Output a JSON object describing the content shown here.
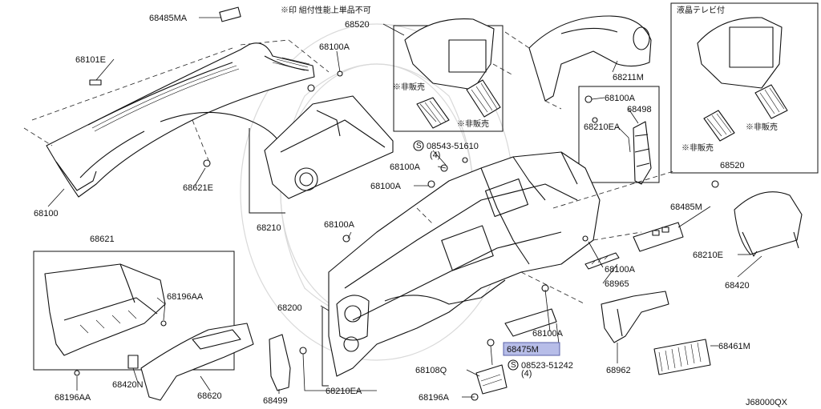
{
  "diagram_code": "J68000QX",
  "notes": {
    "sub_assembly_note": "※印 組付性能上単品不可",
    "lcd_tv_box_title": "液晶テレビ付",
    "not_sold_1": "※非販売",
    "not_sold_2": "※非販売",
    "not_sold_3": "※非販売",
    "not_sold_4": "※非販売"
  },
  "parts": {
    "p68485MA": "68485MA",
    "p68101E": "68101E",
    "p68100_top": "68100A",
    "p68520_left": "68520",
    "p68211M": "68211M",
    "p68100A_r1": "68100A",
    "p68498": "68498",
    "p68210EA_r": "68210EA",
    "p68520_right": "68520",
    "p68621E": "68621E",
    "p68100": "68100",
    "p68210": "68210",
    "screw_08543": "08543-51610",
    "screw_08543_qty": "(4)",
    "p68100A_c1": "68100A",
    "p68100A_c2": "68100A",
    "p68100A_c3": "68100A",
    "p68485M": "68485M",
    "p68210E": "68210E",
    "p68420": "68420",
    "p68621": "68621",
    "p68196AA_top": "68196AA",
    "p68200": "68200",
    "p68100A_mid": "68100A",
    "p68965": "68965",
    "p68100A_low": "68100A",
    "p68475M": "68475M",
    "p68461M": "68461M",
    "screw_08523": "08523-51242",
    "screw_08523_qty": "(4)",
    "p68962": "68962",
    "p68108Q": "68108Q",
    "p68196AA_bot": "68196AA",
    "p68420N": "68420N",
    "p68620": "68620",
    "p68499": "68499",
    "p68210EA_bot": "68210EA",
    "p68196A": "68196A"
  },
  "highlight_color": "#b7bde8"
}
